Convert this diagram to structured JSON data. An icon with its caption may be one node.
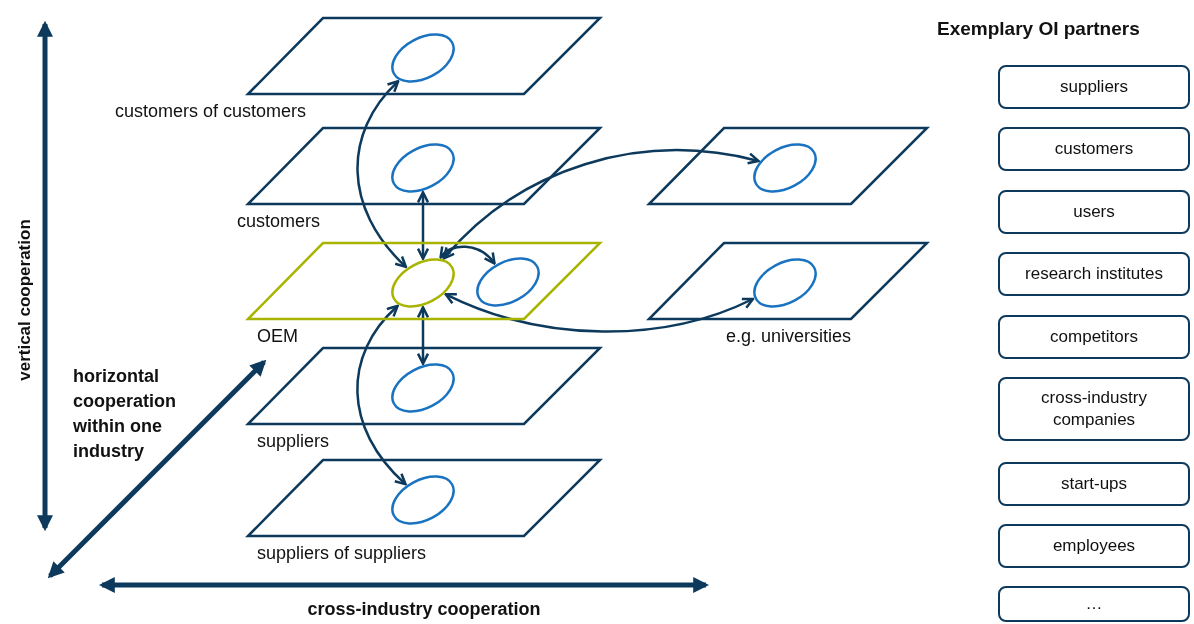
{
  "diagram": {
    "nodes": [
      {
        "text": [
          "customers of customers"
        ]
      },
      {
        "text": [],
        "shape": "ellipse",
        "in": 0
      },
      {
        "text": [
          "customers"
        ]
      },
      {
        "text": [],
        "shape": "ellipse",
        "in": 2
      },
      {
        "text": [
          "OEM"
        ]
      },
      {
        "text": [],
        "shape": "ellipse",
        "in": 4
      },
      {
        "text": [],
        "shape": "ellipse",
        "in": 4
      },
      {
        "text": [
          "suppliers"
        ]
      },
      {
        "text": [],
        "shape": "ellipse",
        "in": 7
      },
      {
        "text": [
          "suppliers of suppliers"
        ]
      },
      {
        "text": [],
        "shape": "ellipse",
        "in": 9
      },
      {
        "text": [],
        "shape": "parallelogram"
      },
      {
        "text": [],
        "shape": "ellipse",
        "in": 11
      },
      {
        "text": [
          "e.g. universities"
        ]
      },
      {
        "text": [],
        "shape": "ellipse",
        "in": 13
      },
      {
        "text": [
          "suppliers"
        ]
      },
      {
        "text": [
          "customers"
        ]
      },
      {
        "text": [
          "users"
        ]
      },
      {
        "text": [
          "research institutes"
        ]
      },
      {
        "text": [
          "competitors"
        ]
      },
      {
        "text": [
          "cross-industry companies"
        ]
      },
      {
        "text": [
          "start-ups"
        ]
      },
      {
        "text": [
          "employees"
        ]
      },
      {
        "text": [
          "…"
        ]
      }
    ],
    "edges": [
      {
        "from": 1,
        "to": 5,
        "arrow": "both"
      },
      {
        "from": 3,
        "to": 5,
        "arrow": "both"
      },
      {
        "from": 5,
        "to": 6,
        "arrow": "both"
      },
      {
        "from": 5,
        "to": 12,
        "arrow": "both"
      },
      {
        "from": 5,
        "to": 8,
        "arrow": "both"
      },
      {
        "from": 5,
        "to": 14,
        "arrow": "both"
      },
      {
        "from": 5,
        "to": 10,
        "arrow": "both"
      }
    ],
    "labels": [
      "Exemplary OI partners",
      "vertical cooperation",
      "horizontal cooperation within one industry",
      "cross-industry cooperation"
    ]
  }
}
